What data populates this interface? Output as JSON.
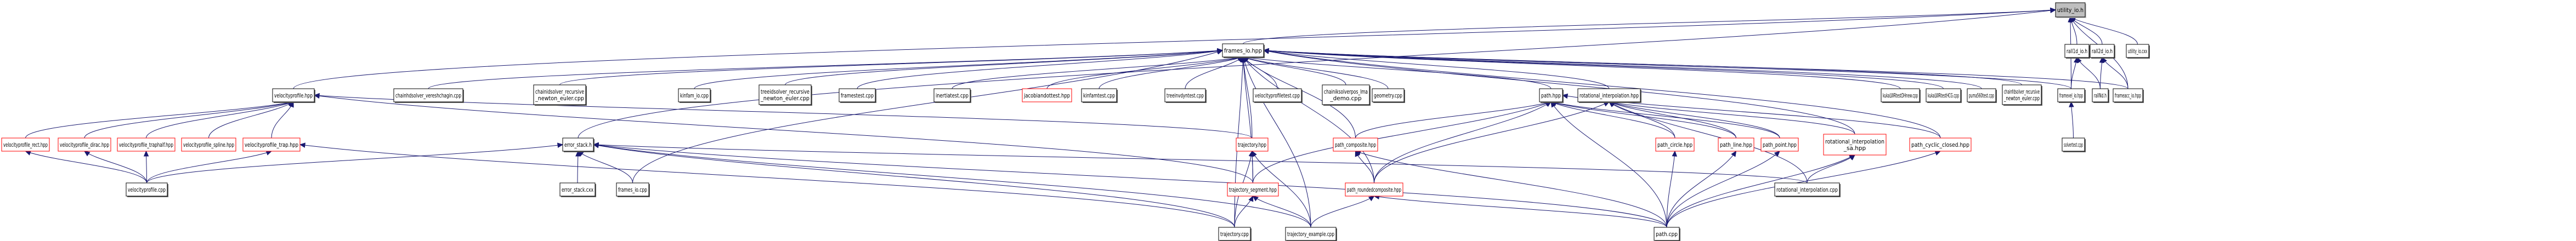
{
  "diagram": {
    "title": "Include dependency graph for utility_io.h",
    "colors": {
      "edge": "#191970",
      "focus_fill": "#bfbfbf",
      "node_border": "#000000",
      "incomplete_border": "#ff0000"
    },
    "nodes": [
      {
        "id": "utility_io_h",
        "label": [
          "utility_io.h"
        ],
        "style": "focus"
      },
      {
        "id": "frames_io_hpp",
        "label": [
          "frames_io.hpp"
        ],
        "style": "normal"
      },
      {
        "id": "rall1d_io_h",
        "label": [
          "rall1d_io.h"
        ],
        "style": "normal"
      },
      {
        "id": "rall2d_io_h",
        "label": [
          "rall2d_io.h"
        ],
        "style": "normal"
      },
      {
        "id": "utility_io_cxx",
        "label": [
          "utility_io.cxx"
        ],
        "style": "normal"
      },
      {
        "id": "velocityprofile_hpp",
        "label": [
          "velocityprofile.hpp"
        ],
        "style": "normal"
      },
      {
        "id": "chainhdsolver_vereshchagin_cpp",
        "label": [
          "chainhdsolver_vereshchagin.cpp"
        ],
        "style": "normal"
      },
      {
        "id": "chainidsolver_rne_cpp",
        "label": [
          "chainidsolver_recursive",
          "_newton_euler.cpp"
        ],
        "style": "normal"
      },
      {
        "id": "kinfam_io_cpp",
        "label": [
          "kinfam_io.cpp"
        ],
        "style": "normal"
      },
      {
        "id": "treeidsolver_rne_cpp",
        "label": [
          "treeidsolver_recursive",
          "_newton_euler.cpp"
        ],
        "style": "normal"
      },
      {
        "id": "framestest_cpp",
        "label": [
          "framestest.cpp"
        ],
        "style": "normal"
      },
      {
        "id": "inertiatest_cpp",
        "label": [
          "inertiatest.cpp"
        ],
        "style": "normal"
      },
      {
        "id": "jacobiandottest_hpp",
        "label": [
          "jacobiandottest.hpp"
        ],
        "style": "red"
      },
      {
        "id": "kinfamtest_cpp",
        "label": [
          "kinfamtest.cpp"
        ],
        "style": "normal"
      },
      {
        "id": "treeinvdyntest_cpp",
        "label": [
          "treeinvdyntest.cpp"
        ],
        "style": "normal"
      },
      {
        "id": "velocityprofiletest_cpp",
        "label": [
          "velocityprofiletest.cpp"
        ],
        "style": "normal"
      },
      {
        "id": "chainiksolverpos_lma_demo_cpp",
        "label": [
          "chainiksolverpos_lma",
          "_demo.cpp"
        ],
        "style": "normal"
      },
      {
        "id": "geometry_cpp",
        "label": [
          "geometry.cpp"
        ],
        "style": "normal"
      },
      {
        "id": "path_hpp",
        "label": [
          "path.hpp"
        ],
        "style": "normal"
      },
      {
        "id": "rotational_interpolation_hpp",
        "label": [
          "rotational_interpolation.hpp"
        ],
        "style": "normal"
      },
      {
        "id": "kukaLWRtestDHnew_cpp",
        "label": [
          "kukaLWRtestDHnew.cpp"
        ],
        "style": "normal"
      },
      {
        "id": "kukaLWRtestHCG_cpp",
        "label": [
          "kukaLWRtestHCG.cpp"
        ],
        "style": "normal"
      },
      {
        "id": "puma560test_cpp",
        "label": [
          "puma560test.cpp"
        ],
        "style": "normal"
      },
      {
        "id": "chainfdsolver_rne_cpp",
        "label": [
          "chainfdsolver_recursive",
          "_newton_euler.cpp"
        ],
        "style": "normal"
      },
      {
        "id": "framevel_io_hpp",
        "label": [
          "framevel_io.hpp"
        ],
        "style": "normal"
      },
      {
        "id": "rallNd_h",
        "label": [
          "rallNd.h"
        ],
        "style": "normal"
      },
      {
        "id": "frameacc_io_hpp",
        "label": [
          "frameacc_io.hpp"
        ],
        "style": "normal"
      },
      {
        "id": "solvertest_cpp",
        "label": [
          "solvertest.cpp"
        ],
        "style": "normal"
      },
      {
        "id": "velocityprofile_rect_hpp",
        "label": [
          "velocityprofile_rect.hpp"
        ],
        "style": "red"
      },
      {
        "id": "velocityprofile_dirac_hpp",
        "label": [
          "velocityprofile_dirac.hpp"
        ],
        "style": "red"
      },
      {
        "id": "velocityprofile_traphalf_hpp",
        "label": [
          "velocityprofile_traphalf.hpp"
        ],
        "style": "red"
      },
      {
        "id": "velocityprofile_spline_hpp",
        "label": [
          "velocityprofile_spline.hpp"
        ],
        "style": "red"
      },
      {
        "id": "velocityprofile_trap_hpp",
        "label": [
          "velocityprofile_trap.hpp"
        ],
        "style": "red"
      },
      {
        "id": "error_stack_h",
        "label": [
          "error_stack.h"
        ],
        "style": "normal"
      },
      {
        "id": "trajectory_hpp",
        "label": [
          "trajectory.hpp"
        ],
        "style": "red"
      },
      {
        "id": "path_composite_hpp",
        "label": [
          "path_composite.hpp"
        ],
        "style": "red"
      },
      {
        "id": "path_circle_hpp",
        "label": [
          "path_circle.hpp"
        ],
        "style": "red"
      },
      {
        "id": "path_line_hpp",
        "label": [
          "path_line.hpp"
        ],
        "style": "red"
      },
      {
        "id": "path_point_hpp",
        "label": [
          "path_point.hpp"
        ],
        "style": "red"
      },
      {
        "id": "rotational_interpolation_sa_hpp",
        "label": [
          "rotational_interpolation",
          "_sa.hpp"
        ],
        "style": "red"
      },
      {
        "id": "path_cyclic_closed_hpp",
        "label": [
          "path_cyclic_closed.hpp"
        ],
        "style": "red"
      },
      {
        "id": "velocityprofile_cpp",
        "label": [
          "velocityprofile.cpp"
        ],
        "style": "normal"
      },
      {
        "id": "error_stack_cxx",
        "label": [
          "error_stack.cxx"
        ],
        "style": "normal"
      },
      {
        "id": "frames_io_cpp",
        "label": [
          "frames_io.cpp"
        ],
        "style": "normal"
      },
      {
        "id": "trajectory_segment_hpp",
        "label": [
          "trajectory_segment.hpp"
        ],
        "style": "red"
      },
      {
        "id": "path_roundedcomposite_hpp",
        "label": [
          "path_roundedcomposite.hpp"
        ],
        "style": "red"
      },
      {
        "id": "rotational_interpolation_cpp",
        "label": [
          "rotational_interpolation.cpp"
        ],
        "style": "normal"
      },
      {
        "id": "trajectory_cpp",
        "label": [
          "trajectory.cpp"
        ],
        "style": "normal"
      },
      {
        "id": "trajectory_example_cpp",
        "label": [
          "trajectory_example.cpp"
        ],
        "style": "normal"
      },
      {
        "id": "path_cpp",
        "label": [
          "path.cpp"
        ],
        "style": "normal"
      }
    ],
    "edges": [
      [
        "frames_io_hpp",
        "utility_io_h"
      ],
      [
        "rall1d_io_h",
        "utility_io_h"
      ],
      [
        "rall2d_io_h",
        "utility_io_h"
      ],
      [
        "utility_io_cxx",
        "utility_io_h"
      ],
      [
        "velocityprofile_hpp",
        "utility_io_h"
      ],
      [
        "error_stack_h",
        "utility_io_h"
      ],
      [
        "framevel_io_hpp",
        "utility_io_h"
      ],
      [
        "frameacc_io_hpp",
        "utility_io_h"
      ],
      [
        "rallNd_h",
        "rall1d_io_h"
      ],
      [
        "framevel_io_hpp",
        "rall1d_io_h"
      ],
      [
        "rallNd_h",
        "rall2d_io_h"
      ],
      [
        "frameacc_io_hpp",
        "rall2d_io_h"
      ],
      [
        "solvertest_cpp",
        "framevel_io_hpp"
      ],
      [
        "chainhdsolver_vereshchagin_cpp",
        "frames_io_hpp"
      ],
      [
        "chainidsolver_rne_cpp",
        "frames_io_hpp"
      ],
      [
        "kinfam_io_cpp",
        "frames_io_hpp"
      ],
      [
        "treeidsolver_rne_cpp",
        "frames_io_hpp"
      ],
      [
        "framestest_cpp",
        "frames_io_hpp"
      ],
      [
        "inertiatest_cpp",
        "frames_io_hpp"
      ],
      [
        "jacobiandottest_hpp",
        "frames_io_hpp"
      ],
      [
        "kinfamtest_cpp",
        "frames_io_hpp"
      ],
      [
        "treeinvdyntest_cpp",
        "frames_io_hpp"
      ],
      [
        "velocityprofiletest_cpp",
        "frames_io_hpp"
      ],
      [
        "chainiksolverpos_lma_demo_cpp",
        "frames_io_hpp"
      ],
      [
        "geometry_cpp",
        "frames_io_hpp"
      ],
      [
        "path_hpp",
        "frames_io_hpp"
      ],
      [
        "rotational_interpolation_hpp",
        "frames_io_hpp"
      ],
      [
        "kukaLWRtestDHnew_cpp",
        "frames_io_hpp"
      ],
      [
        "kukaLWRtestHCG_cpp",
        "frames_io_hpp"
      ],
      [
        "puma560test_cpp",
        "frames_io_hpp"
      ],
      [
        "chainfdsolver_rne_cpp",
        "frames_io_hpp"
      ],
      [
        "framevel_io_hpp",
        "frames_io_hpp"
      ],
      [
        "frameacc_io_hpp",
        "frames_io_hpp"
      ],
      [
        "trajectory_hpp",
        "frames_io_hpp"
      ],
      [
        "trajectory_segment_hpp",
        "frames_io_hpp"
      ],
      [
        "trajectory_cpp",
        "frames_io_hpp"
      ],
      [
        "trajectory_example_cpp",
        "frames_io_hpp"
      ],
      [
        "path_composite_hpp",
        "frames_io_hpp"
      ],
      [
        "path_roundedcomposite_hpp",
        "frames_io_hpp"
      ],
      [
        "rotational_interpolation_sa_hpp",
        "frames_io_hpp"
      ],
      [
        "path_cyclic_closed_hpp",
        "frames_io_hpp"
      ],
      [
        "frames_io_cpp",
        "frames_io_hpp"
      ],
      [
        "velocityprofile_rect_hpp",
        "velocityprofile_hpp"
      ],
      [
        "velocityprofile_dirac_hpp",
        "velocityprofile_hpp"
      ],
      [
        "velocityprofile_traphalf_hpp",
        "velocityprofile_hpp"
      ],
      [
        "velocityprofile_spline_hpp",
        "velocityprofile_hpp"
      ],
      [
        "velocityprofile_trap_hpp",
        "velocityprofile_hpp"
      ],
      [
        "trajectory_hpp",
        "velocityprofile_hpp"
      ],
      [
        "trajectory_segment_hpp",
        "velocityprofile_hpp"
      ],
      [
        "velocityprofile_cpp",
        "velocityprofile_rect_hpp"
      ],
      [
        "velocityprofile_cpp",
        "velocityprofile_dirac_hpp"
      ],
      [
        "velocityprofile_cpp",
        "velocityprofile_traphalf_hpp"
      ],
      [
        "velocityprofile_cpp",
        "velocityprofile_trap_hpp"
      ],
      [
        "trajectory_cpp",
        "velocityprofile_trap_hpp"
      ],
      [
        "error_stack_cxx",
        "error_stack_h"
      ],
      [
        "frames_io_cpp",
        "error_stack_h"
      ],
      [
        "velocityprofile_cpp",
        "error_stack_h"
      ],
      [
        "path_cpp",
        "error_stack_h"
      ],
      [
        "trajectory_cpp",
        "error_stack_h"
      ],
      [
        "trajectory_example_cpp",
        "error_stack_h"
      ],
      [
        "rotational_interpolation_cpp",
        "error_stack_h"
      ],
      [
        "trajectory_segment_hpp",
        "trajectory_hpp"
      ],
      [
        "trajectory_cpp",
        "trajectory_hpp"
      ],
      [
        "trajectory_example_cpp",
        "trajectory_hpp"
      ],
      [
        "trajectory_cpp",
        "trajectory_segment_hpp"
      ],
      [
        "trajectory_example_cpp",
        "trajectory_segment_hpp"
      ],
      [
        "path_circle_hpp",
        "path_hpp"
      ],
      [
        "path_line_hpp",
        "path_hpp"
      ],
      [
        "path_point_hpp",
        "path_hpp"
      ],
      [
        "path_composite_hpp",
        "path_hpp"
      ],
      [
        "path_roundedcomposite_hpp",
        "path_hpp"
      ],
      [
        "path_cyclic_closed_hpp",
        "path_hpp"
      ],
      [
        "trajectory_segment_hpp",
        "path_hpp"
      ],
      [
        "path_cpp",
        "path_hpp"
      ],
      [
        "path_circle_hpp",
        "rotational_interpolation_hpp"
      ],
      [
        "path_line_hpp",
        "rotational_interpolation_hpp"
      ],
      [
        "path_point_hpp",
        "rotational_interpolation_hpp"
      ],
      [
        "rotational_interpolation_sa_hpp",
        "rotational_interpolation_hpp"
      ],
      [
        "rotational_interpolation_cpp",
        "rotational_interpolation_hpp"
      ],
      [
        "path_roundedcomposite_hpp",
        "rotational_interpolation_hpp"
      ],
      [
        "path_roundedcomposite_hpp",
        "path_composite_hpp"
      ],
      [
        "path_cpp",
        "path_composite_hpp"
      ],
      [
        "trajectory_example_cpp",
        "path_roundedcomposite_hpp"
      ],
      [
        "path_cpp",
        "path_roundedcomposite_hpp"
      ],
      [
        "path_cpp",
        "path_circle_hpp"
      ],
      [
        "path_cpp",
        "path_line_hpp"
      ],
      [
        "path_cpp",
        "path_point_hpp"
      ],
      [
        "rotational_interpolation_cpp",
        "rotational_interpolation_sa_hpp"
      ],
      [
        "path_cpp",
        "rotational_interpolation_sa_hpp"
      ],
      [
        "path_cpp",
        "path_cyclic_closed_hpp"
      ]
    ]
  }
}
